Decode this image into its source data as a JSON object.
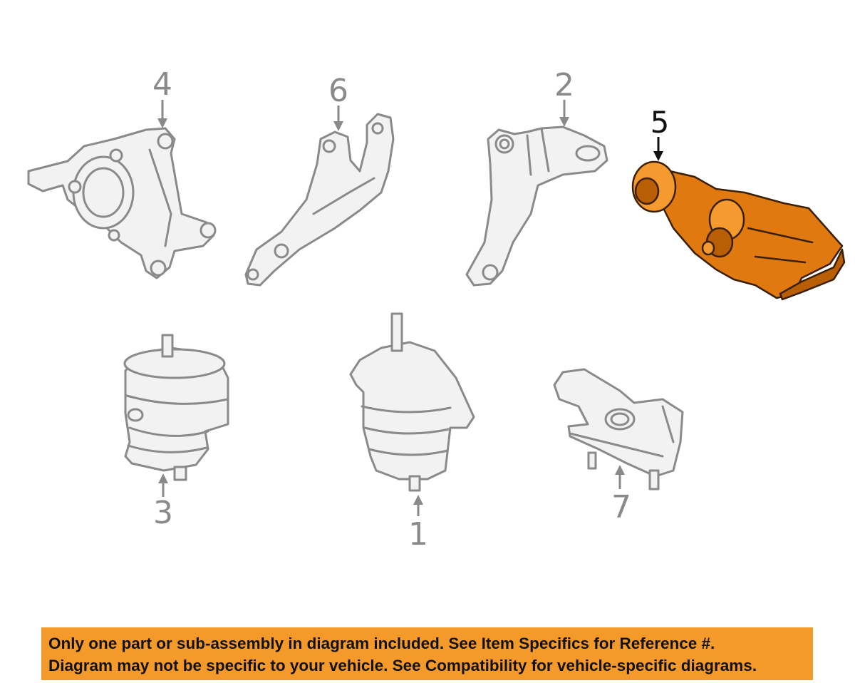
{
  "callouts": {
    "p1": "1",
    "p2": "2",
    "p3": "3",
    "p4": "4",
    "p5": "5",
    "p6": "6",
    "p7": "7"
  },
  "highlighted_part": "5",
  "banner": {
    "line1": "Only one part or sub-assembly in diagram included. See Item Specifics for Reference #.",
    "line2": "Diagram may not be specific to your vehicle. See Compatibility for vehicle-specific diagrams."
  },
  "colors": {
    "highlight": "#e07a10",
    "banner_bg": "#f39a2b",
    "line_art": "#8a8a8a"
  }
}
